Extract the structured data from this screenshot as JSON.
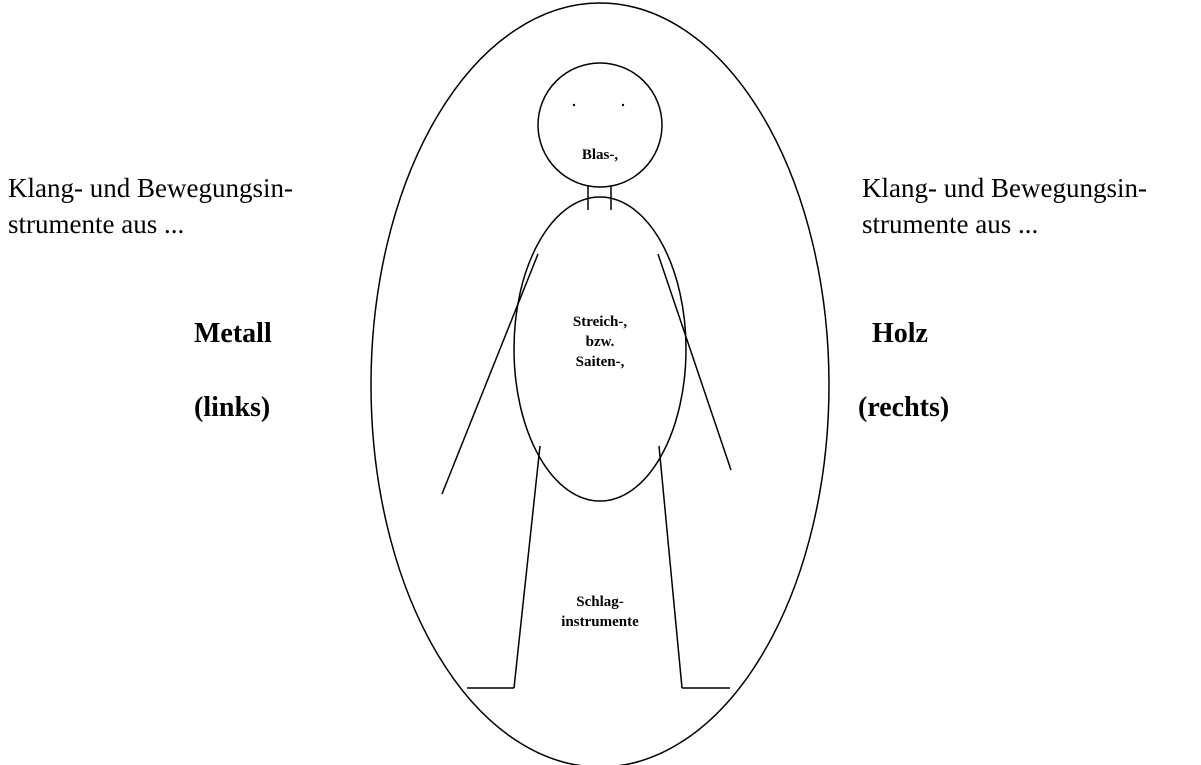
{
  "left_caption": {
    "line1": "Klang- und Bewegungsin-",
    "line2": "strumente aus   ..."
  },
  "right_caption": {
    "line1": "Klang- und Bewegungsin-",
    "line2": "strumente aus ..."
  },
  "left_material": "Metall",
  "left_side": "(links)",
  "right_material": "Holz",
  "right_side": "(rechts)",
  "head_label": "Blas-,",
  "body_label": {
    "line1": "Streich-,",
    "line2": "bzw.",
    "line3": "Saiten-,"
  },
  "legs_label": {
    "line1": "Schlag-",
    "line2": "instrumente"
  },
  "colors": {
    "stroke": "#000000",
    "background": "#ffffff"
  }
}
